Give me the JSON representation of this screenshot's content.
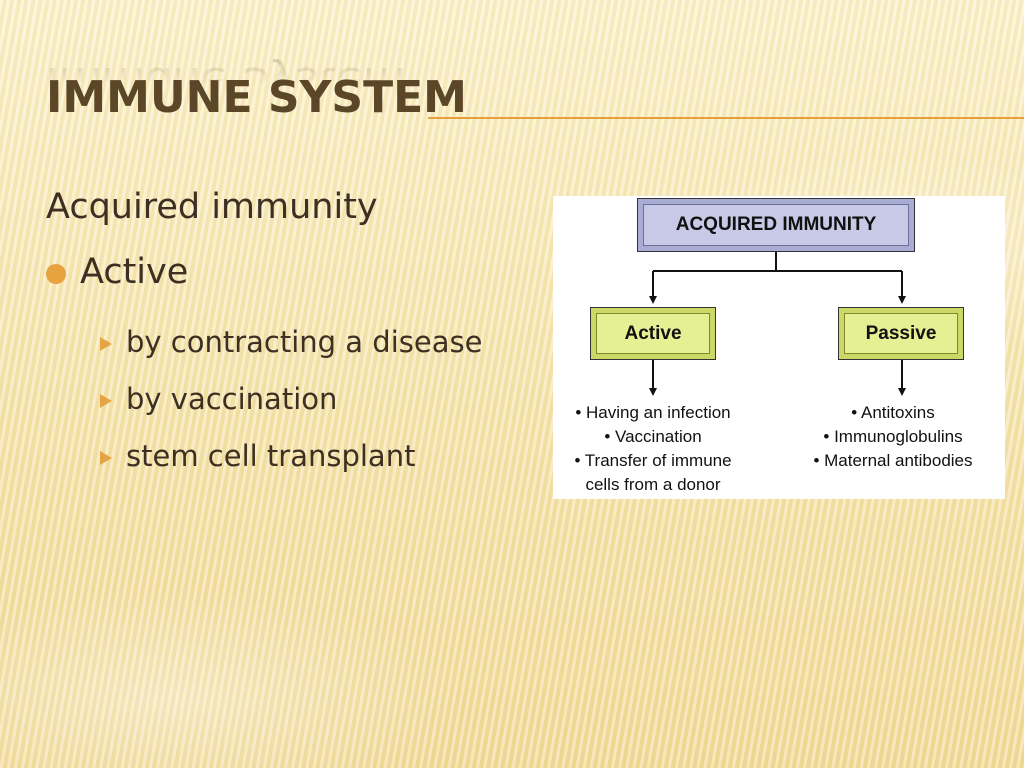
{
  "slide": {
    "title": "Immune System",
    "heading": "Acquired immunity",
    "level1": "Active",
    "subitems": [
      "by contracting a disease",
      "by vaccination",
      "stem cell transplant"
    ]
  },
  "diagram": {
    "root": "ACQUIRED IMMUNITY",
    "branches": [
      {
        "label": "Active",
        "items": [
          "• Having an infection",
          "• Vaccination",
          "• Transfer of immune",
          "cells from a donor"
        ]
      },
      {
        "label": "Passive",
        "items": [
          "• Antitoxins",
          "• Immunoglobulins",
          "• Maternal antibodies"
        ]
      }
    ]
  },
  "colors": {
    "accent": "#e8a23f",
    "title_text": "#5b4628",
    "root_box": "#c7c9e6",
    "branch_box": "#e5ef93"
  }
}
